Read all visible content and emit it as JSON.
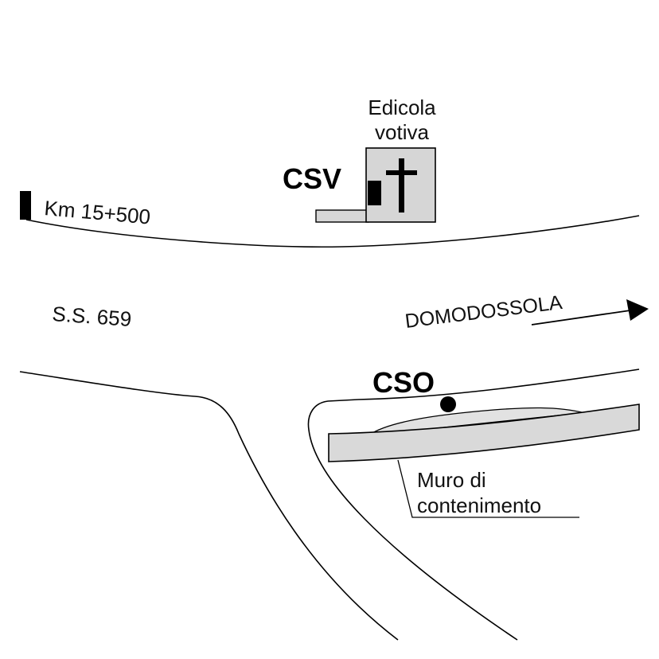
{
  "map": {
    "labels": {
      "km_marker": "Km 15+500",
      "road_name": "S.S. 659",
      "direction": "DOMODOSSOLA",
      "shrine_line1": "Edicola",
      "shrine_line2": "votiva",
      "csv": "CSV",
      "cso": "CSO",
      "wall_line1": "Muro di",
      "wall_line2": "contenimento"
    },
    "colors": {
      "shrine_fill": "#d6d6d6",
      "wall_fill": "#d9d9d9",
      "marker": "#000000",
      "road_line": "#000000"
    },
    "icons": {
      "shrine": "cross-icon",
      "direction": "arrow-right-icon"
    }
  }
}
